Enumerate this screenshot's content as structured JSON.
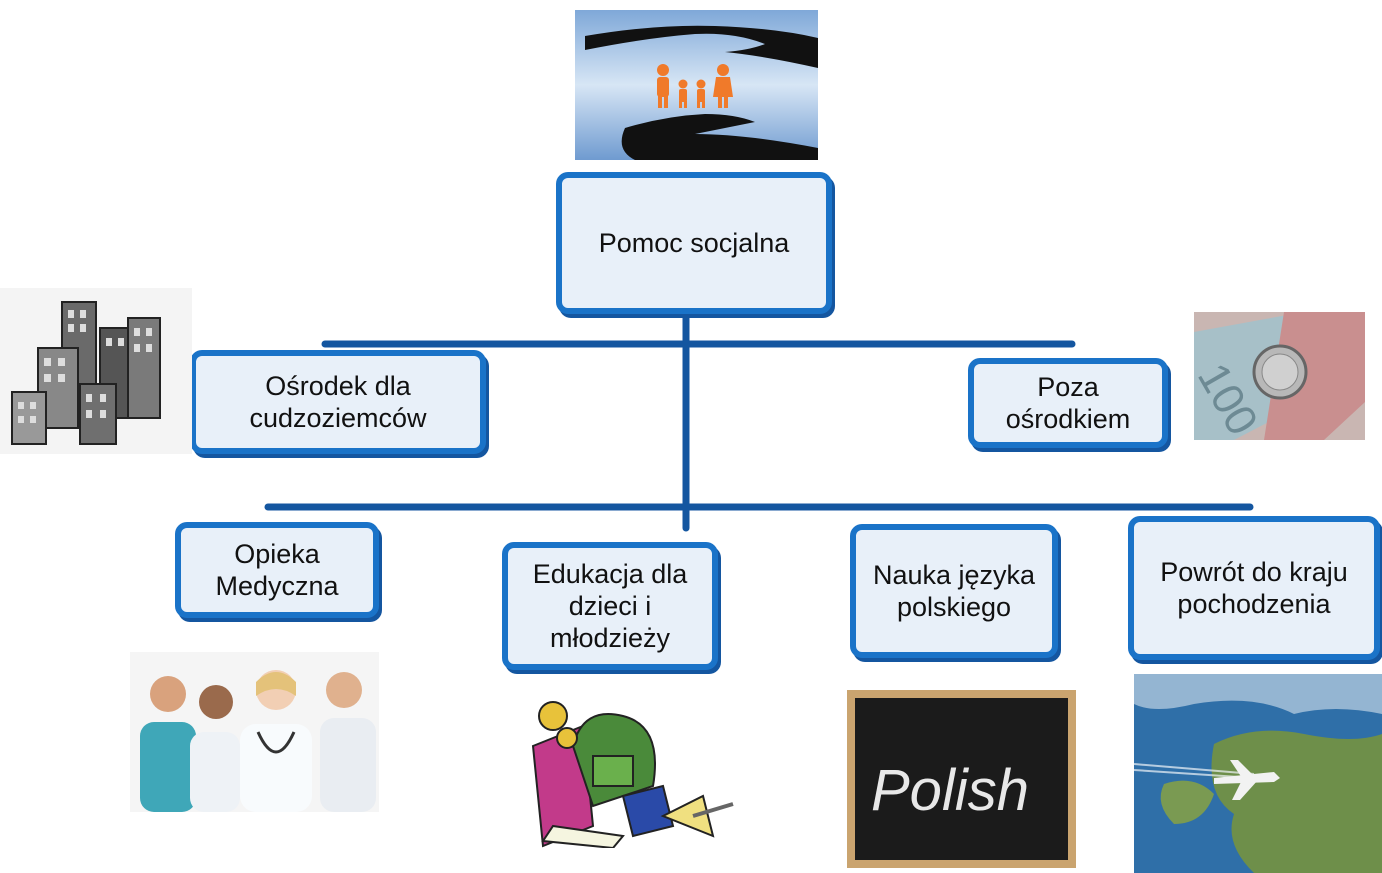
{
  "diagram": {
    "root": {
      "label": "Pomoc socjalna",
      "icon": "family-protection-image"
    },
    "level1": [
      {
        "label": "Ośrodek dla cudzoziemców",
        "icon": "buildings-image"
      },
      {
        "label": "Poza ośrodkiem",
        "icon": "money-image"
      }
    ],
    "level2": [
      {
        "label": "Opieka Medyczna",
        "icon": "doctors-image"
      },
      {
        "label": "Edukacja dla dzieci i młodzieży",
        "icon": "school-supplies-image"
      },
      {
        "label": "Nauka języka polskiego",
        "icon": "polish-blackboard-image",
        "image_text": "Polish"
      },
      {
        "label": "Powrót do kraju pochodzenia",
        "icon": "airplane-map-image"
      }
    ]
  },
  "colors": {
    "node_border": "#1a73c8",
    "node_fill": "#e8f0f9",
    "connector": "#1456a0"
  }
}
